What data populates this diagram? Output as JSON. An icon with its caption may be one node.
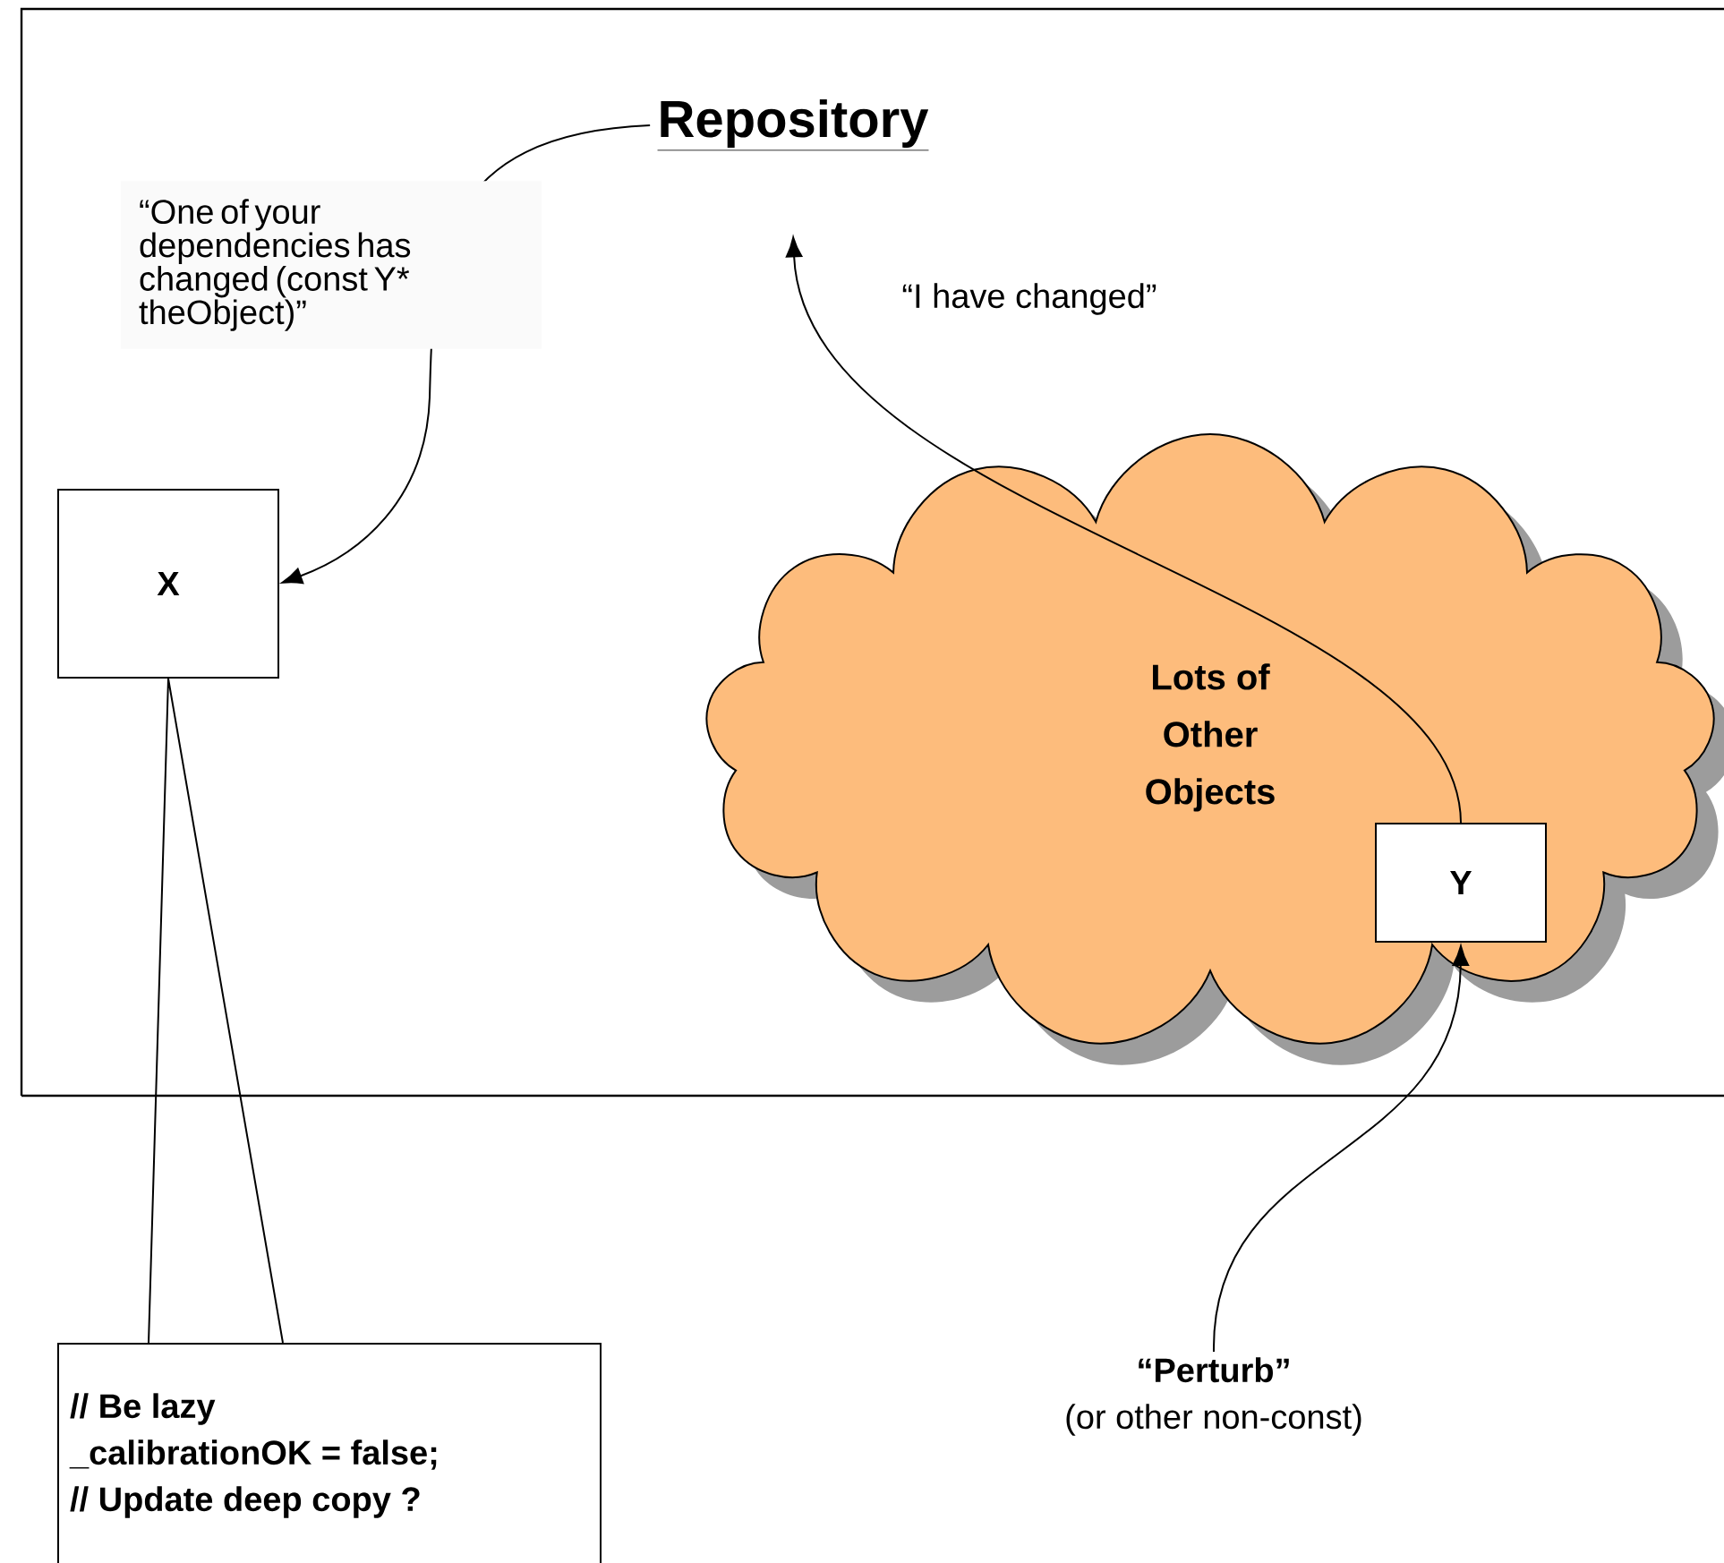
{
  "diagram": {
    "nodes": [
      {
        "text": [
          "Repository"
        ]
      },
      {
        "text": [
          "X"
        ]
      },
      {
        "text": [
          "Lots of Other Objects"
        ]
      },
      {
        "text": [
          "Y"
        ],
        "in": 2
      },
      {
        "text": [
          "// Be lazy",
          "_calibrationOK = false;",
          "// Update deep copy ?"
        ]
      },
      {
        "text": [
          "“Perturb”",
          "(or other non-const)"
        ]
      }
    ],
    "edges": [
      {
        "from": 3,
        "to": 0,
        "arrow": "to",
        "label": "“I have changed”"
      },
      {
        "from": 0,
        "to": 1,
        "arrow": "to",
        "label": "“One of your dependencies has changed (const Y* theObject)”"
      },
      {
        "from": 1,
        "to": 4,
        "arrow": "none"
      },
      {
        "from": 5,
        "to": 3,
        "arrow": "to"
      }
    ]
  }
}
